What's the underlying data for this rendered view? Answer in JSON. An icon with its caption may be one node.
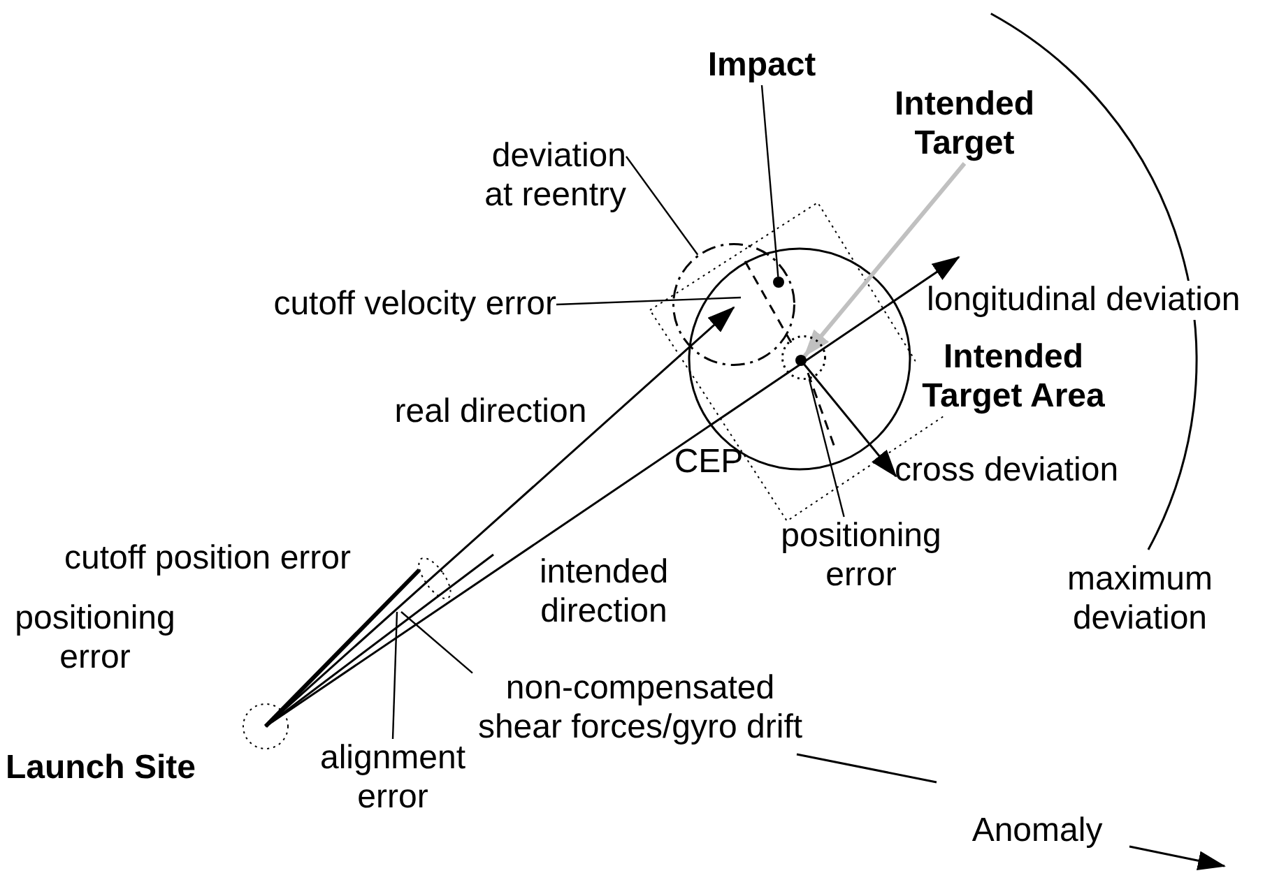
{
  "diagram": {
    "nodes": [
      {
        "text": [
          "Impact"
        ]
      },
      {
        "text": [
          "Intended Target"
        ]
      },
      {
        "text": [
          "deviation at reentry"
        ]
      },
      {
        "text": [],
        "shape": "circle"
      },
      {
        "text": [],
        "shape": "circle",
        "in": 3
      },
      {
        "text": [
          "cutoff velocity error"
        ]
      },
      {
        "text": [],
        "shape": "circle"
      },
      {
        "text": [],
        "shape": "circle",
        "in": 6
      },
      {
        "text": [
          "positioning error"
        ]
      },
      {
        "text": [
          "non-compensated shear forces/gyro drift"
        ]
      },
      {
        "text": [
          "alignment error"
        ]
      }
    ],
    "edges": [
      {
        "from": 0,
        "to": 4,
        "arrow": "none"
      },
      {
        "from": 1,
        "to": 7,
        "arrow": "to",
        "style": "thick",
        "color": "#c0c0c0"
      },
      {
        "from": 2,
        "to": 3,
        "arrow": "none"
      },
      {
        "from": 5,
        "to": null,
        "arrow": "none"
      },
      {
        "from": 8,
        "to": 6,
        "arrow": "none"
      },
      {
        "from": 9,
        "to": null,
        "arrow": "none"
      },
      {
        "from": 10,
        "to": null,
        "arrow": "none"
      }
    ],
    "labels": [
      "longitudinal deviation",
      "Intended Target Area",
      "real direction",
      "CEP",
      "cross deviation",
      "cutoff position error",
      "intended direction",
      "maximum deviation",
      "positioning error",
      "Launch Site",
      "Anomaly"
    ]
  }
}
